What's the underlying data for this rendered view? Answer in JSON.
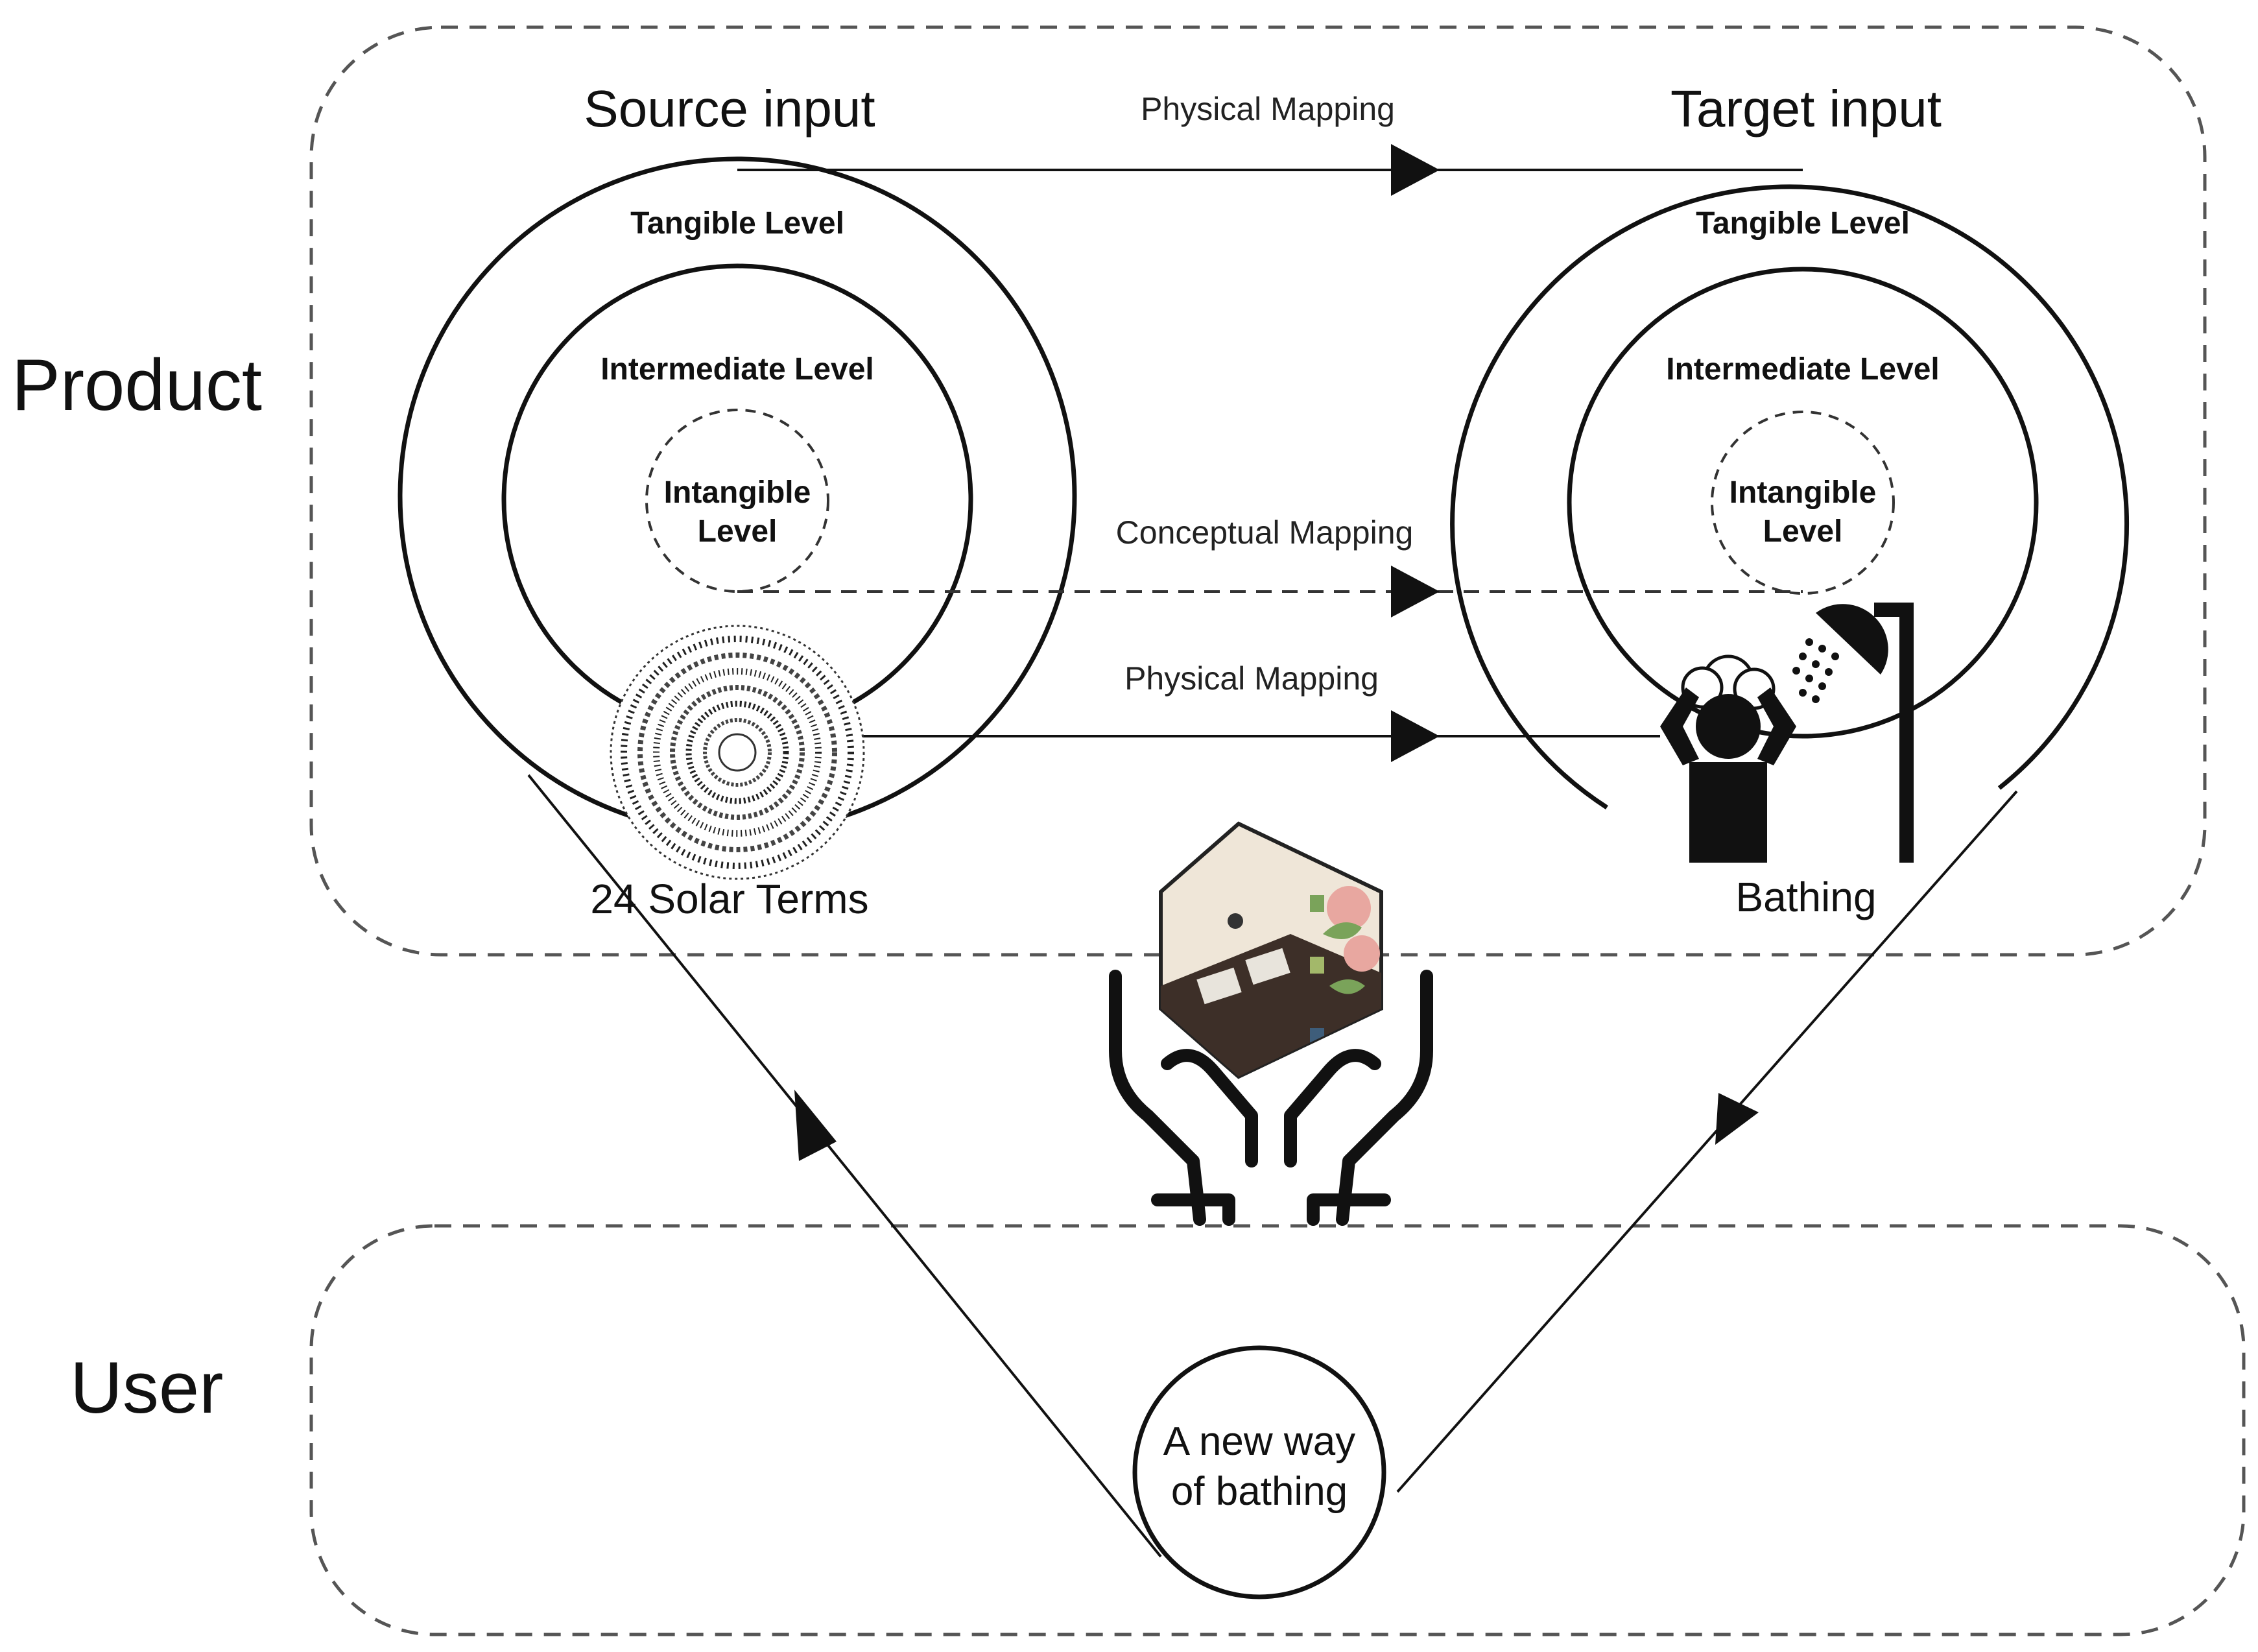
{
  "zones": {
    "product": "Product",
    "user": "User"
  },
  "source": {
    "title": "Source input",
    "tangible": "Tangible Level",
    "intermediate": "Intermediate Level",
    "intangible_line1": "Intangible",
    "intangible_line2": "Level",
    "item": "24 Solar Terms"
  },
  "target": {
    "title": "Target input",
    "tangible": "Tangible Level",
    "intermediate": "Intermediate Level",
    "intangible_line1": "Intangible",
    "intangible_line2": "Level",
    "item": "Bathing"
  },
  "mappings": {
    "top": "Physical Mapping",
    "middle": "Conceptual Mapping",
    "bottom": "Physical Mapping"
  },
  "user_node": {
    "line1": "A new way",
    "line2": "of bathing"
  },
  "icons": [
    "solar-terms-wheel-icon",
    "bathing-person-icon",
    "shower-head-icon",
    "hands-holding-product-icon",
    "hexagon-product-icon"
  ],
  "colors": {
    "stroke": "#111111",
    "dashed": "#555555",
    "hexagon_bg": "#efe6d8",
    "flower": "#e8a7a0",
    "leaf": "#7aa35a"
  }
}
